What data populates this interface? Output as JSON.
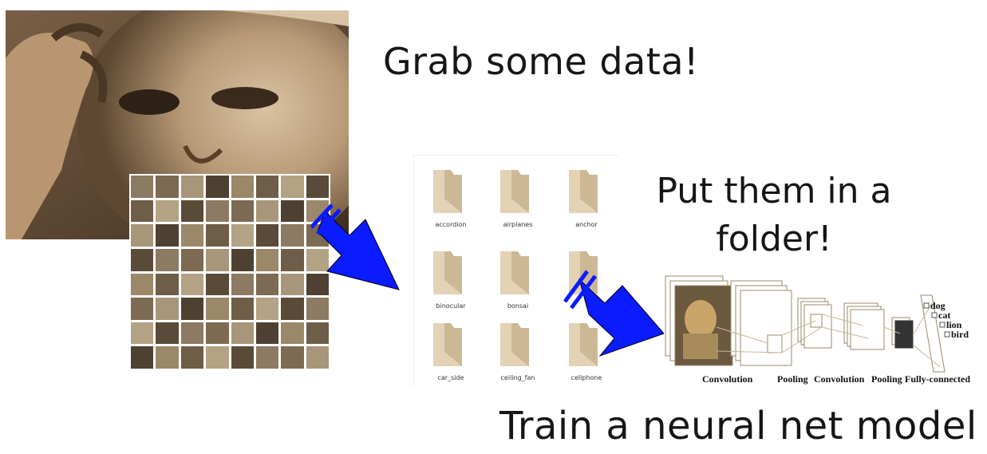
{
  "headline_grab": "Grab some data!",
  "headline_put": "Put them in a folder!",
  "headline_train": "Train a neural net model",
  "folders": [
    {
      "label": "accordion"
    },
    {
      "label": "airplanes"
    },
    {
      "label": "anchor"
    },
    {
      "label": "binocular"
    },
    {
      "label": "bonsai"
    },
    {
      "label": ""
    },
    {
      "label": "car_side"
    },
    {
      "label": "ceiling_fan"
    },
    {
      "label": "cellphone"
    }
  ],
  "cnn": {
    "layers": [
      "Convolution",
      "Pooling",
      "Convolution",
      "Pooling",
      "Fully-connected"
    ],
    "classes": [
      "dog",
      "cat",
      "lion",
      "bird"
    ]
  },
  "colors": {
    "arrow": "#0a1bff",
    "folder": "#e3d2b6",
    "folder_dark": "#cdb896"
  }
}
